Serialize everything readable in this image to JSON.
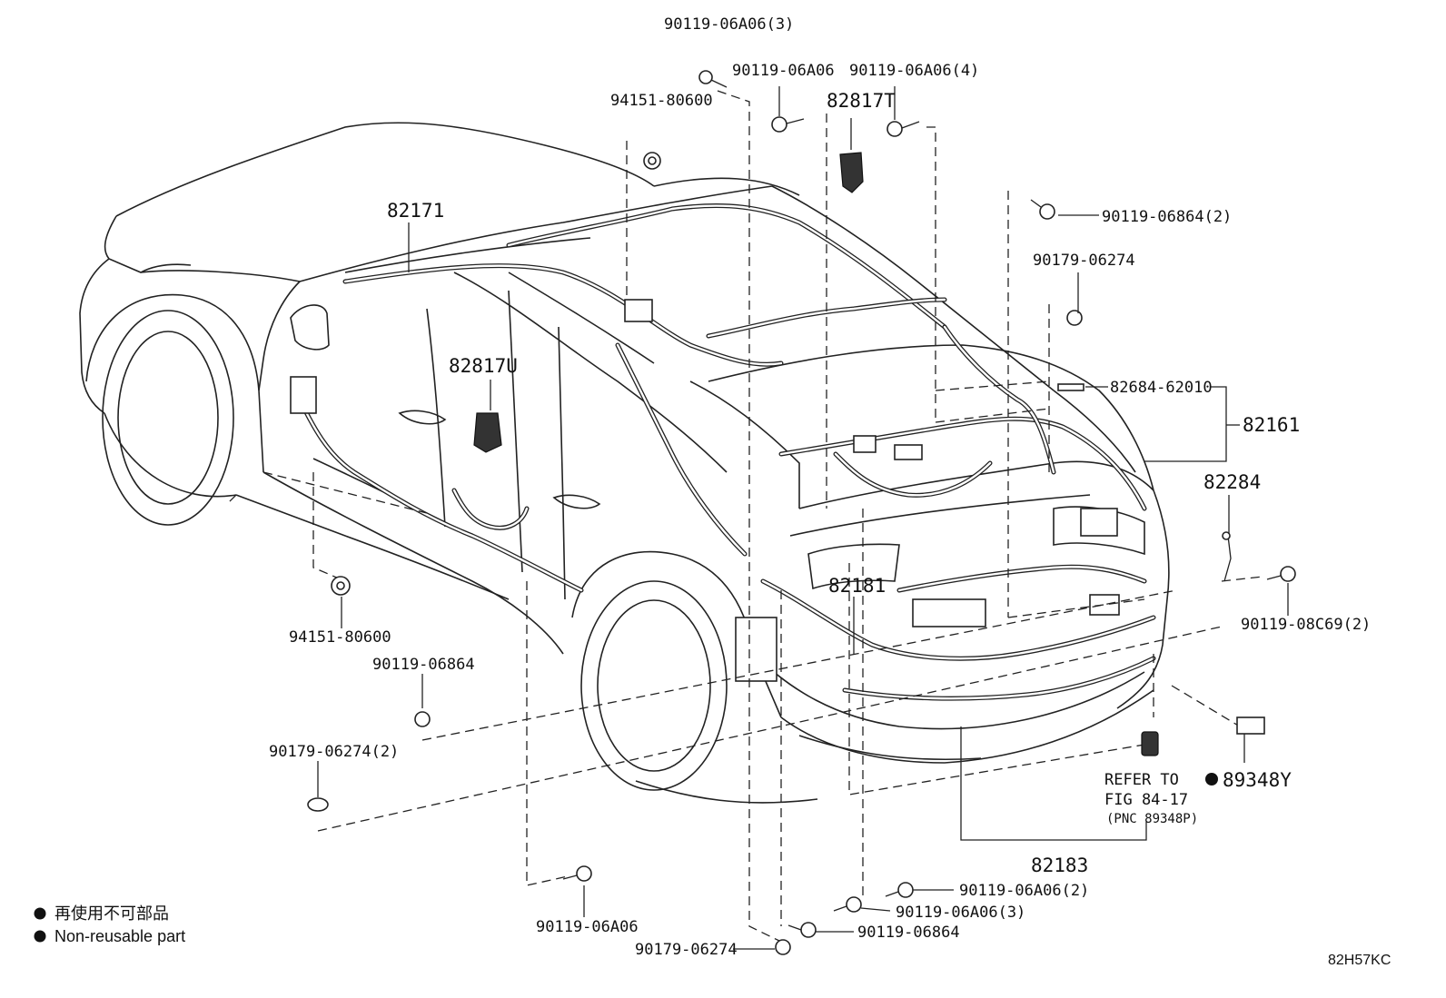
{
  "labels": {
    "b_90119_06A06_3_top": "90119-06A06(3)",
    "b_90119_06A06_top": "90119-06A06",
    "b_90119_06A06_4": "90119-06A06(4)",
    "n_94151_80600_top": "94151-80600",
    "p_82817T": "82817T",
    "p_82171": "82171",
    "b_90119_06864_2": "90119-06864(2)",
    "c_90179_06274_right": "90179-06274",
    "p_82817U": "82817U",
    "p_82684_62010": "82684-62010",
    "p_82161": "82161",
    "p_82284": "82284",
    "b_90119_08C69_2": "90119-08C69(2)",
    "p_82181": "82181",
    "n_94151_80600_left": "94151-80600",
    "b_90119_06864_left": "90119-06864",
    "c_90179_06274_2": "90179-06274(2)",
    "refer_line1": "REFER TO",
    "refer_line2": "FIG 84-17",
    "refer_line3": "(PNC 89348P)",
    "p_89348Y": "89348Y",
    "p_82183": "82183",
    "b_90119_06A06_2_bottom": "90119-06A06(2)",
    "b_90119_06A06_3_bottom": "90119-06A06(3)",
    "b_90119_06864_bottom": "90119-06864",
    "b_90119_06A06_bottom": "90119-06A06",
    "c_90179_06274_bottom": "90179-06274"
  },
  "legend": {
    "line_ja": "再使用不可部品",
    "line_en": "Non-reusable part"
  },
  "figure_code": "82H57KC",
  "colors": {
    "ink": "#111111",
    "background": "#ffffff"
  }
}
